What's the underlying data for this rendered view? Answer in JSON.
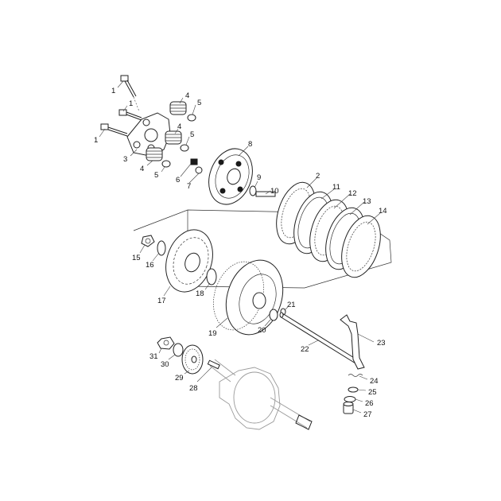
{
  "labels": {
    "p1a": "1",
    "p1b": "1",
    "p1c": "1",
    "p2": "2",
    "p3": "3",
    "p4a": "4",
    "p4b": "4",
    "p4c": "4",
    "p5a": "5",
    "p5b": "5",
    "p5c": "5",
    "p6": "6",
    "p7": "7",
    "p8": "8",
    "p9": "9",
    "p10": "10",
    "p11": "11",
    "p12": "12",
    "p13": "13",
    "p14": "14",
    "p15": "15",
    "p16": "16",
    "p17": "17",
    "p18": "18",
    "p19": "19",
    "p20": "20",
    "p21": "21",
    "p22": "22",
    "p23": "23",
    "p24": "24",
    "p25": "25",
    "p26": "26",
    "p27": "27",
    "p28": "28",
    "p29": "29",
    "p30": "30",
    "p31": "31"
  }
}
